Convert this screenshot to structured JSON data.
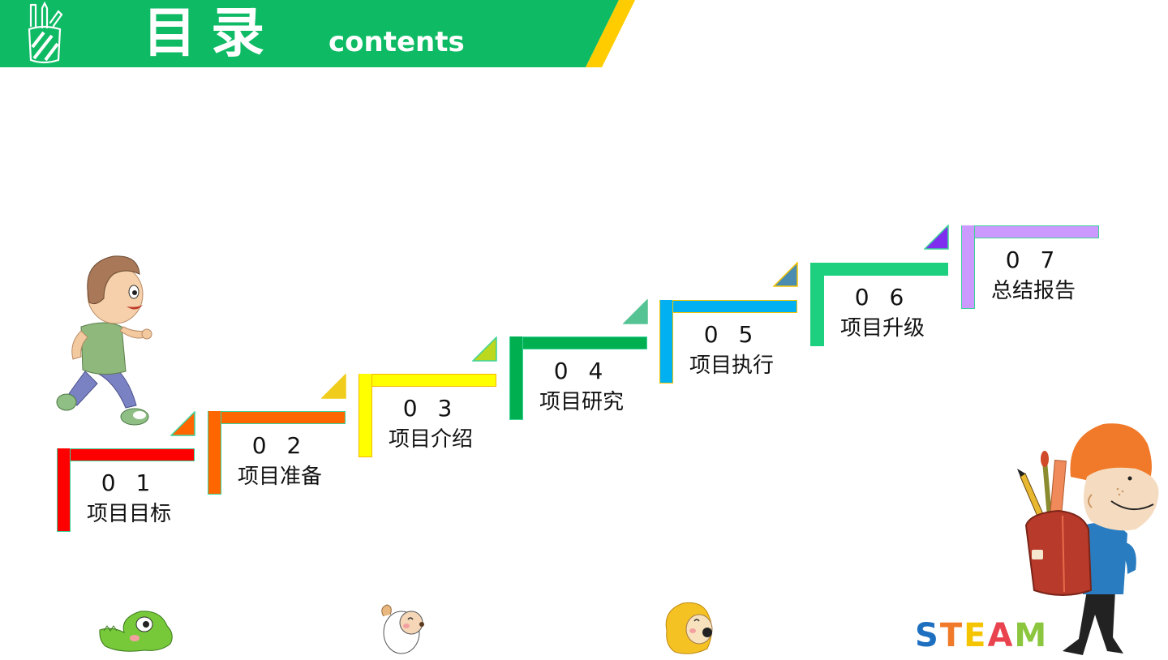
{
  "header": {
    "title_cn": "目录",
    "title_en": "contents",
    "bg_color": "#0fba64",
    "stripe_color": "#ffcc00",
    "icon": "pen-cup-icon"
  },
  "steps": [
    {
      "num": "0 1",
      "label": "项目目标",
      "bar_color": "#ff0000",
      "border_color": "#3cd39a",
      "tri_color": "#ff6600",
      "tri_border": "#3cd39a"
    },
    {
      "num": "0 2",
      "label": "项目准备",
      "bar_color": "#ff6600",
      "border_color": "#3cd39a",
      "tri_color": "#f0cd1c",
      "tri_border": "#f0cd1c"
    },
    {
      "num": "0 3",
      "label": "项目介绍",
      "bar_color": "#ffff00",
      "border_color": "#f5b800",
      "tri_color": "#bcd81e",
      "tri_border": "#3cd39a"
    },
    {
      "num": "0 4",
      "label": "项目研究",
      "bar_color": "#00b050",
      "border_color": "#3cd39a",
      "tri_color": "#56c394",
      "tri_border": "#56c394"
    },
    {
      "num": "0 5",
      "label": "项目执行",
      "bar_color": "#00b0f0",
      "border_color": "#f5c400",
      "tri_color": "#4a8db0",
      "tri_border": "#f5c400"
    },
    {
      "num": "0 6",
      "label": "项目升级",
      "bar_color": "#1dd07f",
      "border_color": "#1dd07f",
      "tri_color": "#7f2ef0",
      "tri_border": "#3cd39a"
    },
    {
      "num": "0 7",
      "label": "总结报告",
      "bar_color": "#cc99ff",
      "border_color": "#3cd39a",
      "tri_color": null,
      "tri_border": null
    }
  ],
  "illustrations": {
    "running_boy": "running-boy-illustration",
    "backpack_boy": "backpack-boy-illustration",
    "bottom_animals": [
      "crocodile",
      "sheep",
      "lion"
    ]
  },
  "logo": {
    "letters": [
      {
        "ch": "S",
        "color": "#1f6fc0"
      },
      {
        "ch": "T",
        "color": "#f07a2a"
      },
      {
        "ch": "E",
        "color": "#f5c400"
      },
      {
        "ch": "A",
        "color": "#e8434f"
      },
      {
        "ch": "M",
        "color": "#8cc63f"
      }
    ]
  }
}
